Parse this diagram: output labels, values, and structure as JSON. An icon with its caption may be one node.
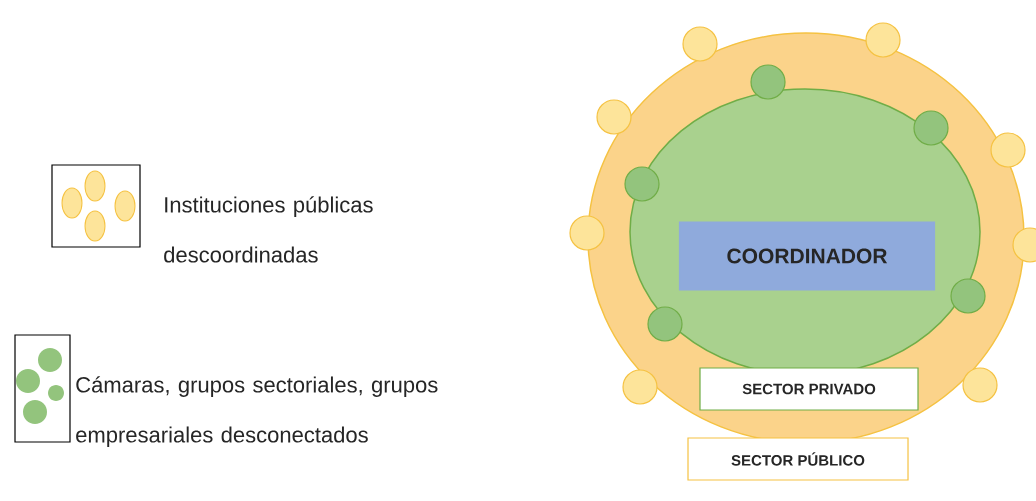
{
  "diagram": {
    "nodes": [
      {
        "text": [
          "COORDINADOR"
        ]
      },
      {
        "text": [
          "SECTOR PRIVADO"
        ]
      },
      {
        "text": [
          "SECTOR PÚBLICO"
        ]
      }
    ],
    "legend": [
      {
        "text": "Instituciones públicas descoordinadas"
      },
      {
        "text": "Cámaras, grupos sectoriales, grupos empresariales desconectados"
      }
    ]
  }
}
